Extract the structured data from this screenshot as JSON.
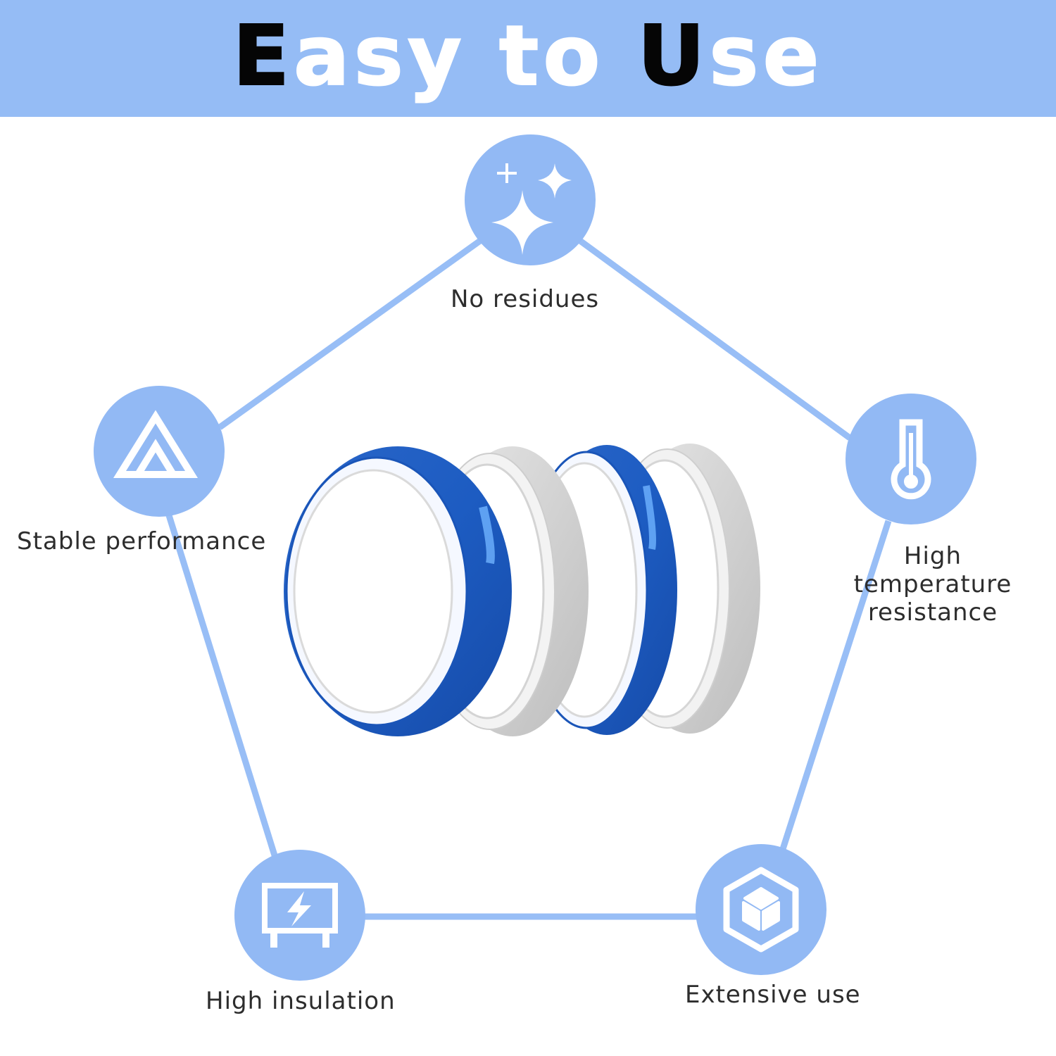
{
  "header": {
    "title_parts": [
      {
        "text": "E",
        "dark": true
      },
      {
        "text": "asy to ",
        "dark": false
      },
      {
        "text": "U",
        "dark": true
      },
      {
        "text": "se",
        "dark": false
      }
    ]
  },
  "colors": {
    "banner": "#95bcf5",
    "circle": "#92b9f4",
    "line": "#98bef6",
    "icon": "#ffffff",
    "tape_blue": "#1f5fc4",
    "tape_clear": "#d8d8d8",
    "text": "#2d2d2d",
    "title_dark": "#050505",
    "title_light": "#ffffff"
  },
  "features": [
    {
      "label": "No residues",
      "icon": "sparkles-icon"
    },
    {
      "label": "High temperature resistance",
      "icon": "thermometer-icon"
    },
    {
      "label": "Extensive use",
      "icon": "cube-icon"
    },
    {
      "label": "High insulation",
      "icon": "lightning-board-icon"
    },
    {
      "label": "Stable performance",
      "icon": "triangle-icon"
    }
  ],
  "product": {
    "items": [
      "blue-tape-roll",
      "clear-tape-roll",
      "blue-tape-roll",
      "clear-tape-roll"
    ]
  }
}
